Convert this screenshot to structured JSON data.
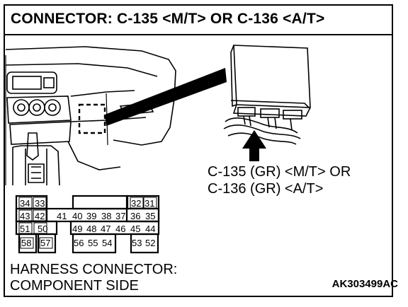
{
  "title": "CONNECTOR: C-135 <M/T> OR C-136 <A/T>",
  "connector_labels": [
    "C-135 (GR) <M/T> OR",
    "C-136 (GR) <A/T>"
  ],
  "footer": [
    "HARNESS CONNECTOR:",
    "COMPONENT SIDE"
  ],
  "figure_code": "AK303499AC",
  "pins": {
    "row1": [
      "34",
      "33",
      "32",
      "31"
    ],
    "row2": [
      "43",
      "42",
      "41",
      "40",
      "39",
      "38",
      "37",
      "36",
      "35"
    ],
    "row3": [
      "51",
      "50",
      "49",
      "48",
      "47",
      "46",
      "45",
      "44"
    ],
    "row4": [
      "58",
      "57",
      "56",
      "55",
      "54",
      "53",
      "52"
    ]
  }
}
